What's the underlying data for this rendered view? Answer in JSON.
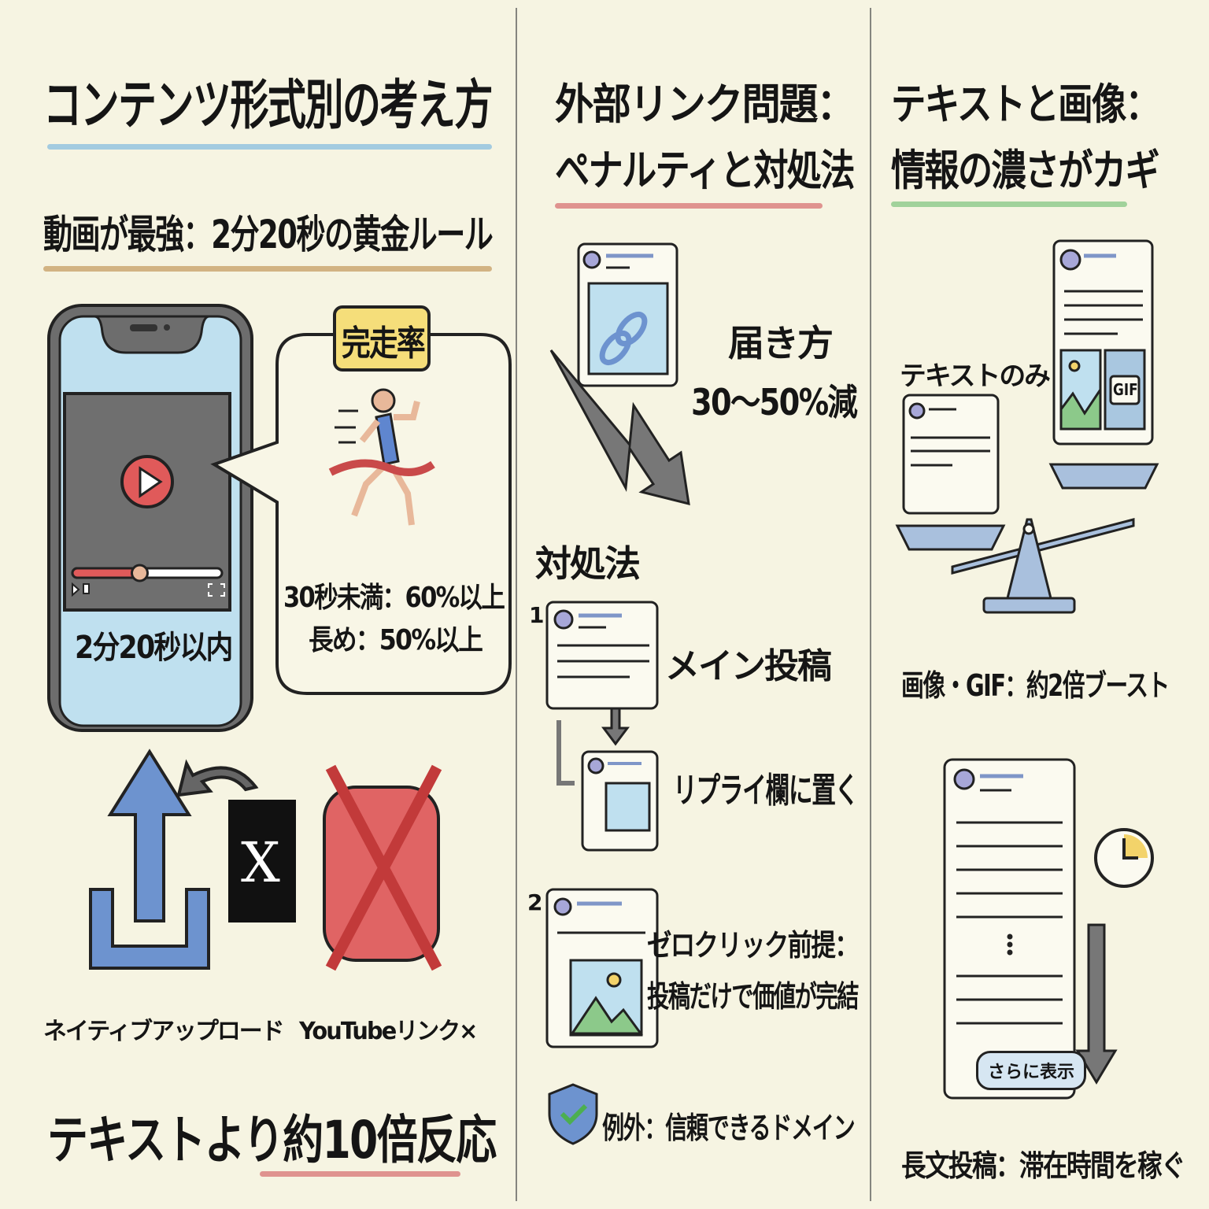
{
  "colors": {
    "background": "#f6f4e2",
    "blue_underline": "#8fc1e0",
    "brown_underline": "#c9a26b",
    "red_underline": "#d97a7a",
    "green_underline": "#8cc98a",
    "accent_red": "#e05a5a",
    "accent_blue": "#6d93cf",
    "badge_yellow": "#f5de7a"
  },
  "col1": {
    "title": "コンテンツ形式別の考え方",
    "subtitle": "動画が最強：2分20秒の黄金ルール",
    "phone_caption": "2分20秒以内",
    "video_progress": 0.45,
    "badge": "完走率",
    "stat_short": "30秒未満：60%以上",
    "stat_long": "長め：50%以上",
    "x_logo": "X",
    "label_native": "ネイティブアップロード",
    "label_youtube": "YouTubeリンク×",
    "bottom": "テキストより約10倍反応"
  },
  "col2": {
    "title_line1": "外部リンク問題：",
    "title_line2": "ペナルティと対処法",
    "reach_line1": "届き方",
    "reach_line2": "30〜50%減",
    "solutions_heading": "対処法",
    "step1_number": "1",
    "step1_main": "メイン投稿",
    "step1_reply": "リプライ欄に置く",
    "step2_number": "2",
    "step2_line1": "ゼロクリック前提：",
    "step2_line2": "投稿だけで価値が完結",
    "exception": "例外：信頼できるドメイン"
  },
  "col3": {
    "title_line1": "テキストと画像：",
    "title_line2": "情報の濃さがカギ",
    "text_only_label": "テキストのみ",
    "gif_label": "GIF",
    "image_boost": "画像・GIF：約2倍ブースト",
    "show_more": "さらに表示",
    "long_post": "長文投稿：滞在時間を稼ぐ"
  }
}
